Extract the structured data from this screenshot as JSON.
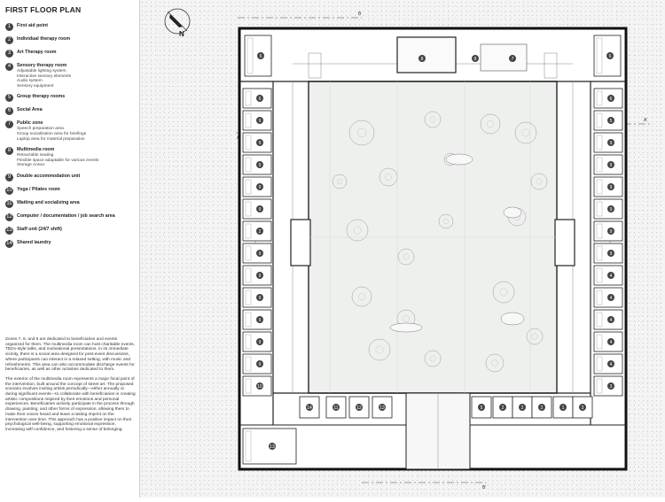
{
  "title": "FIRST FLOOR PLAN",
  "legend": [
    {
      "n": "1",
      "label": "First aid point",
      "details": []
    },
    {
      "n": "2",
      "label": "Individual therapy room",
      "details": []
    },
    {
      "n": "3",
      "label": "Art Therapy room",
      "details": []
    },
    {
      "n": "4",
      "label": "Sensory therapy room",
      "details": [
        "Adjustable lighting system",
        "Interactive sensory elements",
        "Audio system",
        "Sensory equipment"
      ]
    },
    {
      "n": "5",
      "label": "Group therapy rooms",
      "details": []
    },
    {
      "n": "6",
      "label": "Social Area",
      "details": []
    },
    {
      "n": "7",
      "label": "Public zone",
      "details": [
        "Speech preparation area",
        "Group socialization area for briefings",
        "Laptop area for material preparation"
      ]
    },
    {
      "n": "8",
      "label": "Multimedia room",
      "details": [
        "Retractable seating",
        "Flexible space adaptable for various events",
        "Storage Annex"
      ]
    },
    {
      "n": "9",
      "label": "Double accommodation unit",
      "details": []
    },
    {
      "n": "10",
      "label": "Yoga / Pilates room",
      "details": []
    },
    {
      "n": "11",
      "label": "Waiting and socializing area",
      "details": []
    },
    {
      "n": "12",
      "label": "Computer / documentation / job search area",
      "details": []
    },
    {
      "n": "13",
      "label": "Staff unit (24/7 shift)",
      "details": []
    },
    {
      "n": "14",
      "label": "Shared laundry",
      "details": []
    }
  ],
  "paragraphs": [
    "Zones 7, 8, and 9 are dedicated to beneficiaries and events organized for them. The multimedia room can host charitable events, TEDx-style talks, and motivational presentations. In its immediate vicinity, there is a social area designed for post-event discussions, where participants can interact in a relaxed setting, with music and refreshments. This area can also accommodate discharge events for beneficiaries, as well as other activities dedicated to them.",
    "The exterior of the multimedia room represents a major focal point of the intervention, built around the concept of street art. The proposed scenario involves inviting artists periodically—either annually or during significant events—to collaborate with beneficiaries in creating artistic compositions inspired by their emotions and personal experiences. Beneficiaries actively participate in the process through drawing, painting, and other forms of expression, allowing them to make their voices heard and leave a lasting imprint on the intervention over time. This approach has a positive impact on their psychological well-being, supporting emotional expression, increasing self-confidence, and fostering a sense of belonging."
  ],
  "plan": {
    "north": "N",
    "section_marks": [
      "B",
      "B'",
      "A",
      "A'"
    ],
    "right_wing_rooms": [
      "6",
      "5",
      "9",
      "9",
      "9",
      "9",
      "9",
      "9",
      "4",
      "4",
      "4",
      "4",
      "4",
      "3"
    ],
    "left_wing_rooms": [
      "6",
      "9",
      "9",
      "9",
      "9",
      "9",
      "2",
      "9",
      "9",
      "9",
      "9",
      "9",
      "9",
      "10"
    ],
    "top_rooms": [
      "8",
      "8",
      "7"
    ],
    "bottom_rooms": [
      "14",
      "11",
      "12",
      "13",
      "5",
      "2",
      "2",
      "2",
      "1",
      "3",
      "13"
    ]
  }
}
